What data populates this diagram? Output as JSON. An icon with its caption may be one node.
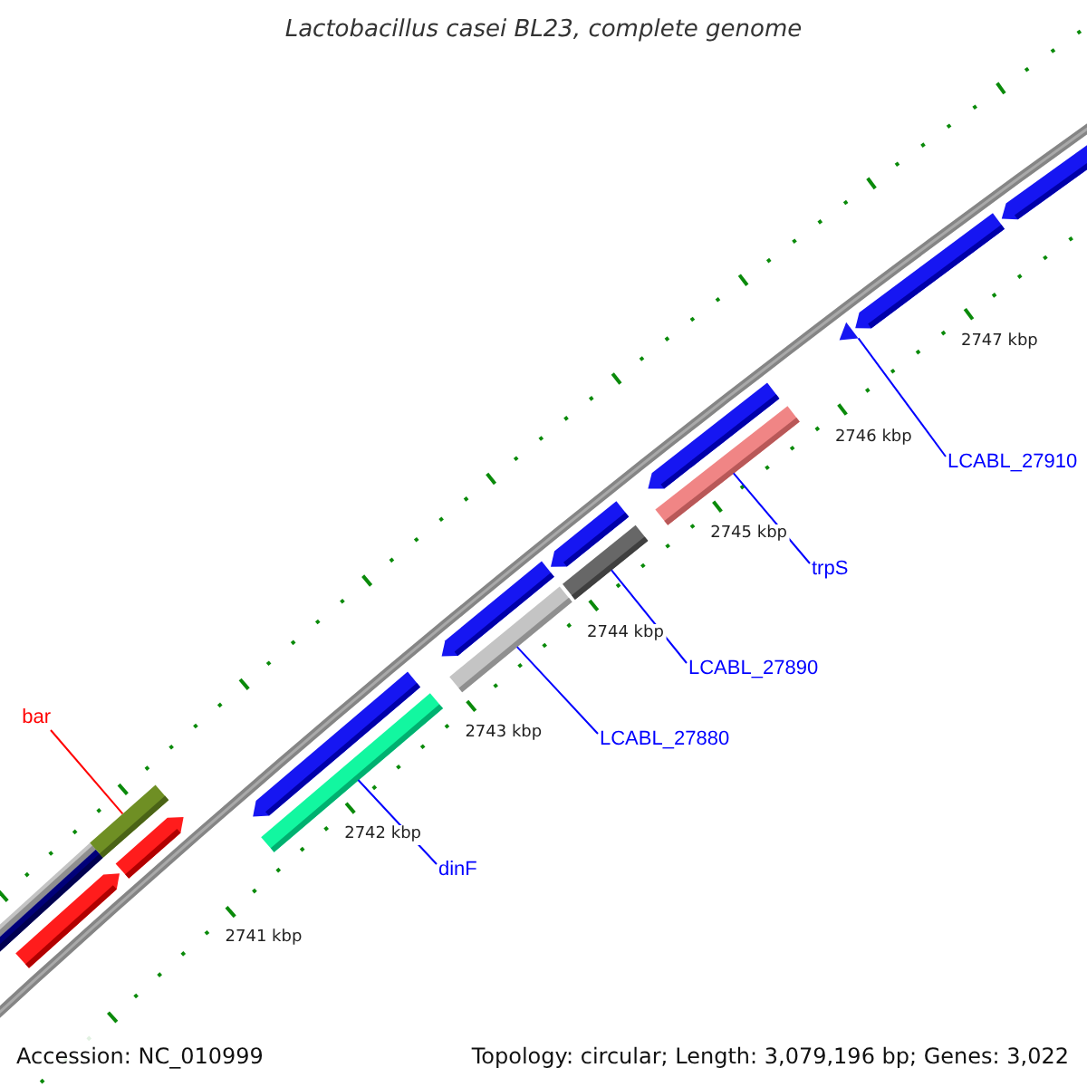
{
  "diagram": {
    "title": "Lactobacillus casei BL23, complete genome",
    "nodes": [
      {
        "text": [
          "bar"
        ]
      },
      {
        "text": [],
        "shape": "bar"
      },
      {
        "text": [
          "dinF"
        ]
      },
      {
        "text": [],
        "shape": "bar"
      },
      {
        "text": [
          "LCABL_27880"
        ]
      },
      {
        "text": [],
        "shape": "bar"
      },
      {
        "text": [
          "LCABL_27890"
        ]
      },
      {
        "text": [],
        "shape": "bar"
      },
      {
        "text": [
          "trpS"
        ]
      },
      {
        "text": [],
        "shape": "bar"
      },
      {
        "text": [
          "LCABL_27910"
        ]
      },
      {
        "text": [],
        "shape": "triangle"
      }
    ],
    "edges": [
      {
        "from": 0,
        "to": 1,
        "arrow": "none",
        "color": "#ff0000"
      },
      {
        "from": 2,
        "to": 3,
        "arrow": "none"
      },
      {
        "from": 4,
        "to": 5,
        "arrow": "none"
      },
      {
        "from": 6,
        "to": 7,
        "arrow": "none"
      },
      {
        "from": 8,
        "to": 9,
        "arrow": "none"
      },
      {
        "from": 10,
        "to": 11,
        "arrow": "none"
      }
    ],
    "labels": [
      "2741 kbp",
      "2742 kbp",
      "2743 kbp",
      "2744 kbp",
      "2745 kbp",
      "2746 kbp",
      "2747 kbp",
      "Accession: NC_010999",
      "Topology: circular; Length: 3,079,196 bp; Genes: 3,022"
    ]
  }
}
